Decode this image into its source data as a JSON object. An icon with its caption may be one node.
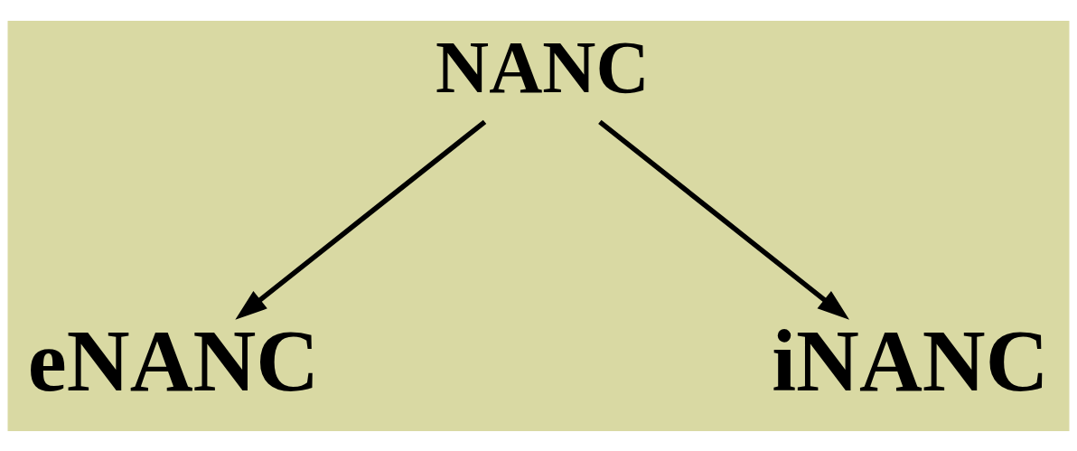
{
  "diagram": {
    "nodes": [
      {
        "text": [
          "NANC"
        ]
      },
      {
        "text": [
          "eNANC"
        ]
      },
      {
        "text": [
          "iNANC"
        ]
      }
    ],
    "edges": [
      {
        "from": 0,
        "to": 1,
        "arrow": "to"
      },
      {
        "from": 0,
        "to": 2,
        "arrow": "to"
      }
    ]
  }
}
